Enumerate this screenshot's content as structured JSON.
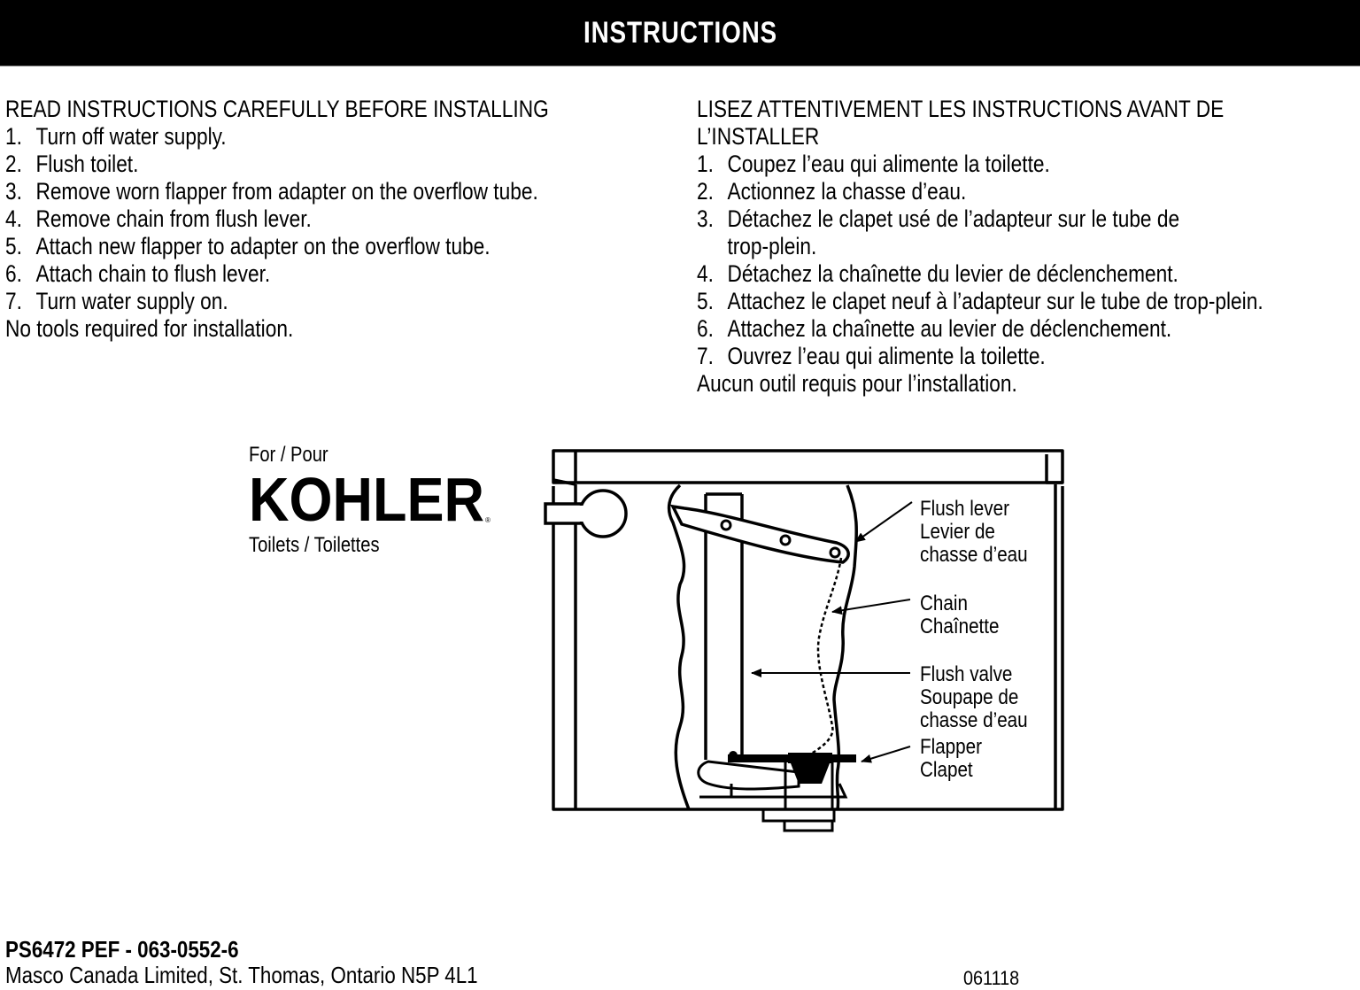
{
  "header": {
    "title": "INSTRUCTIONS",
    "background": "#000000",
    "text_color": "#ffffff"
  },
  "english": {
    "heading": "READ INSTRUCTIONS CAREFULLY BEFORE INSTALLING",
    "steps": [
      {
        "num": "1.",
        "text": "Turn off water supply."
      },
      {
        "num": "2.",
        "text": "Flush toilet."
      },
      {
        "num": "3.",
        "text": "Remove worn flapper from adapter on the overflow tube."
      },
      {
        "num": "4.",
        "text": "Remove chain from flush lever."
      },
      {
        "num": "5.",
        "text": "Attach new flapper to adapter on the overflow tube."
      },
      {
        "num": "6.",
        "text": "Attach chain to flush lever."
      },
      {
        "num": "7.",
        "text": "Turn water supply on."
      }
    ],
    "note": "No tools required for installation."
  },
  "french": {
    "heading_line1": "LISEZ ATTENTIVEMENT LES INSTRUCTIONS AVANT DE",
    "heading_line2": "L’INSTALLER",
    "steps": [
      {
        "num": "1.",
        "text": "Coupez l’eau qui alimente la toilette."
      },
      {
        "num": "2.",
        "text": "Actionnez la chasse d’eau."
      },
      {
        "num": "3.",
        "text": "Détachez le clapet usé de l’adapteur sur le tube de",
        "cont": "trop-plein."
      },
      {
        "num": "4.",
        "text": "Détachez la chaînette du levier de déclenchement."
      },
      {
        "num": "5.",
        "text": "Attachez le clapet neuf à l’adapteur sur le tube de trop-plein."
      },
      {
        "num": "6.",
        "text": "Attachez la chaînette au levier de déclenchement."
      },
      {
        "num": "7.",
        "text": "Ouvrez l’eau qui alimente la toilette."
      }
    ],
    "note": "Aucun outil requis pour l’installation."
  },
  "brand": {
    "for_label": "For / Pour",
    "logo_text": "KOHLER",
    "registered_mark": "®",
    "product_label": "Toilets / Toilettes"
  },
  "diagram": {
    "callouts": [
      {
        "lines": [
          "Flush lever",
          "Levier de",
          "chasse d’eau"
        ]
      },
      {
        "lines": [
          "Chain",
          "Chaînette"
        ]
      },
      {
        "lines": [
          "Flush valve",
          "Soupape de",
          "chasse d’eau"
        ]
      },
      {
        "lines": [
          "Flapper",
          "Clapet"
        ]
      }
    ]
  },
  "footer": {
    "part_code": "PS6472 PEF - 063-0552-6",
    "address": "Masco Canada Limited, St. Thomas, Ontario  N5P 4L1",
    "date_code": "061118"
  }
}
